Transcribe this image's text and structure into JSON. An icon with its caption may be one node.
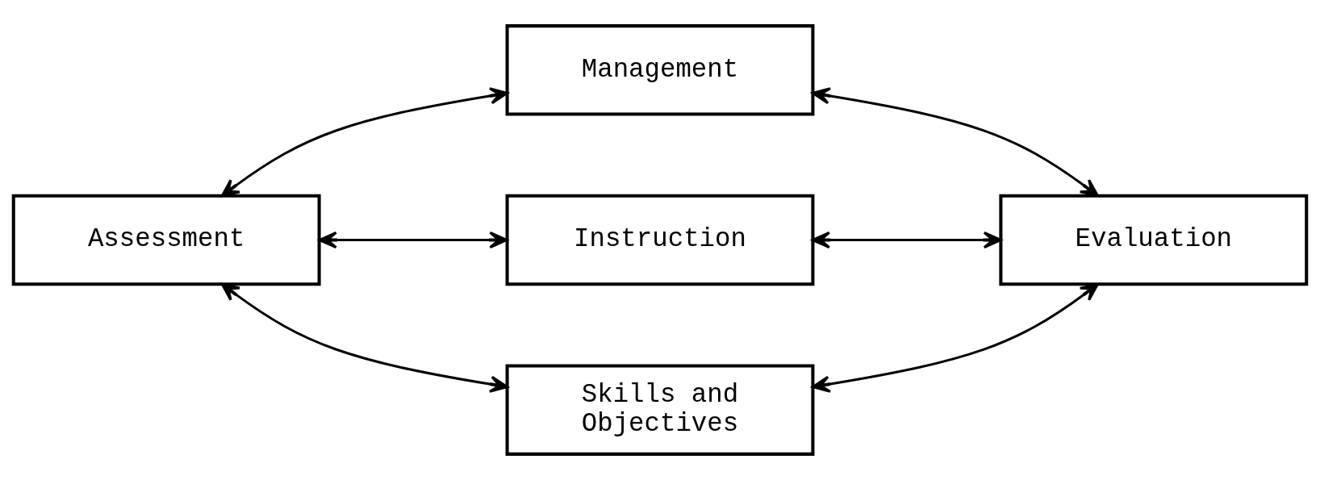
{
  "diagram": {
    "nodes": [
      {
        "text": [
          "Management"
        ]
      },
      {
        "text": [
          "Assessment"
        ]
      },
      {
        "text": [
          "Instruction"
        ]
      },
      {
        "text": [
          "Evaluation"
        ]
      },
      {
        "text": [
          "Skills and Objectives"
        ]
      }
    ],
    "edges": [
      {
        "from": 1,
        "to": 0,
        "arrow": "both"
      },
      {
        "from": 0,
        "to": 3,
        "arrow": "both"
      },
      {
        "from": 1,
        "to": 2,
        "arrow": "both"
      },
      {
        "from": 2,
        "to": 3,
        "arrow": "both"
      },
      {
        "from": 1,
        "to": 4,
        "arrow": "both"
      },
      {
        "from": 4,
        "to": 3,
        "arrow": "both"
      }
    ]
  }
}
